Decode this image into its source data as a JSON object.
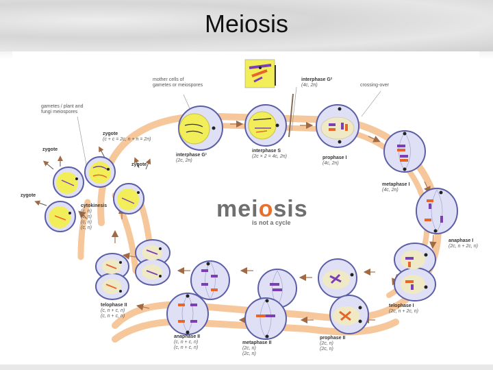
{
  "slide": {
    "title": "Meiosis"
  },
  "brand": {
    "word_start": "mei",
    "word_highlight": "o",
    "word_end": "sis",
    "subtitle": "is not a cycle"
  },
  "notes": {
    "mother_cells": [
      "mother cells of",
      "gametes or meiospores"
    ],
    "gametes": [
      "gametes / plant and",
      "fungi meiospores"
    ],
    "crossing_over": "crossing-over"
  },
  "stages": {
    "interphase_g1": {
      "name": "interphase G¹",
      "formula": "(2c, 2n)"
    },
    "interphase_s": {
      "name": "interphase S",
      "formula": "(2c × 2 = 4c, 2n)"
    },
    "interphase_g2": {
      "name": "interphase G²",
      "formula": "(4c, 2n)"
    },
    "prophase_1": {
      "name": "prophase I",
      "formula": "(4c, 2n)"
    },
    "metaphase_1": {
      "name": "metaphase I",
      "formula": "(4c, 2n)"
    },
    "anaphase_1": {
      "name": "anaphase I",
      "formula": "(2c, n + 2c, n)"
    },
    "telophase_1": {
      "name": "telophase I",
      "formula": "(2c, n + 2c, n)"
    },
    "prophase_2": {
      "name": "prophase II",
      "formulas": [
        "(2c, n)",
        "(2c, n)"
      ]
    },
    "metaphase_2": {
      "name": "metaphase II",
      "formulas": [
        "(2c, n)",
        "(2c, n)"
      ]
    },
    "anaphase_2": {
      "name": "anaphase II",
      "formulas": [
        "(c, n + c, n)",
        "(c, n + c, n)"
      ]
    },
    "telophase_2": {
      "name": "telophase II",
      "formulas": [
        "(c, n + c, n)",
        "(c, n + c, n)"
      ]
    },
    "cytokinesis": {
      "name": "cytokinesis",
      "formulas": [
        "(c, n)",
        "(c, n)",
        "(c, n)",
        "(c, n)"
      ]
    },
    "zygote_formula": {
      "name": "zygote",
      "formula": "(c + c = 2c, n + n = 2n)"
    }
  },
  "zygote_labels": [
    "zygote",
    "zygote",
    "zygote"
  ],
  "colors": {
    "ring": "#f6c79b",
    "ring_stroke": "#f0b37a",
    "cell_fill": "#dfe0f5",
    "cell_stroke": "#5b5ea6",
    "nucleus": "#f2ee5a",
    "chrom_purple": "#7b3fb5",
    "chrom_orange": "#e8652a",
    "arrow": "#b07a55"
  }
}
